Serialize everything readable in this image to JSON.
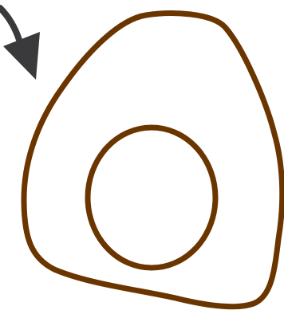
{
  "figure": {
    "background": "#ffffff",
    "shape_outline_color": "#6b3500",
    "arrow_color": "#3a3a3c",
    "outer_shape": "rounded-triangle-outline",
    "inner_shape": "ellipse-outline",
    "arrow": "curved-arrow-pointing-down-right"
  }
}
